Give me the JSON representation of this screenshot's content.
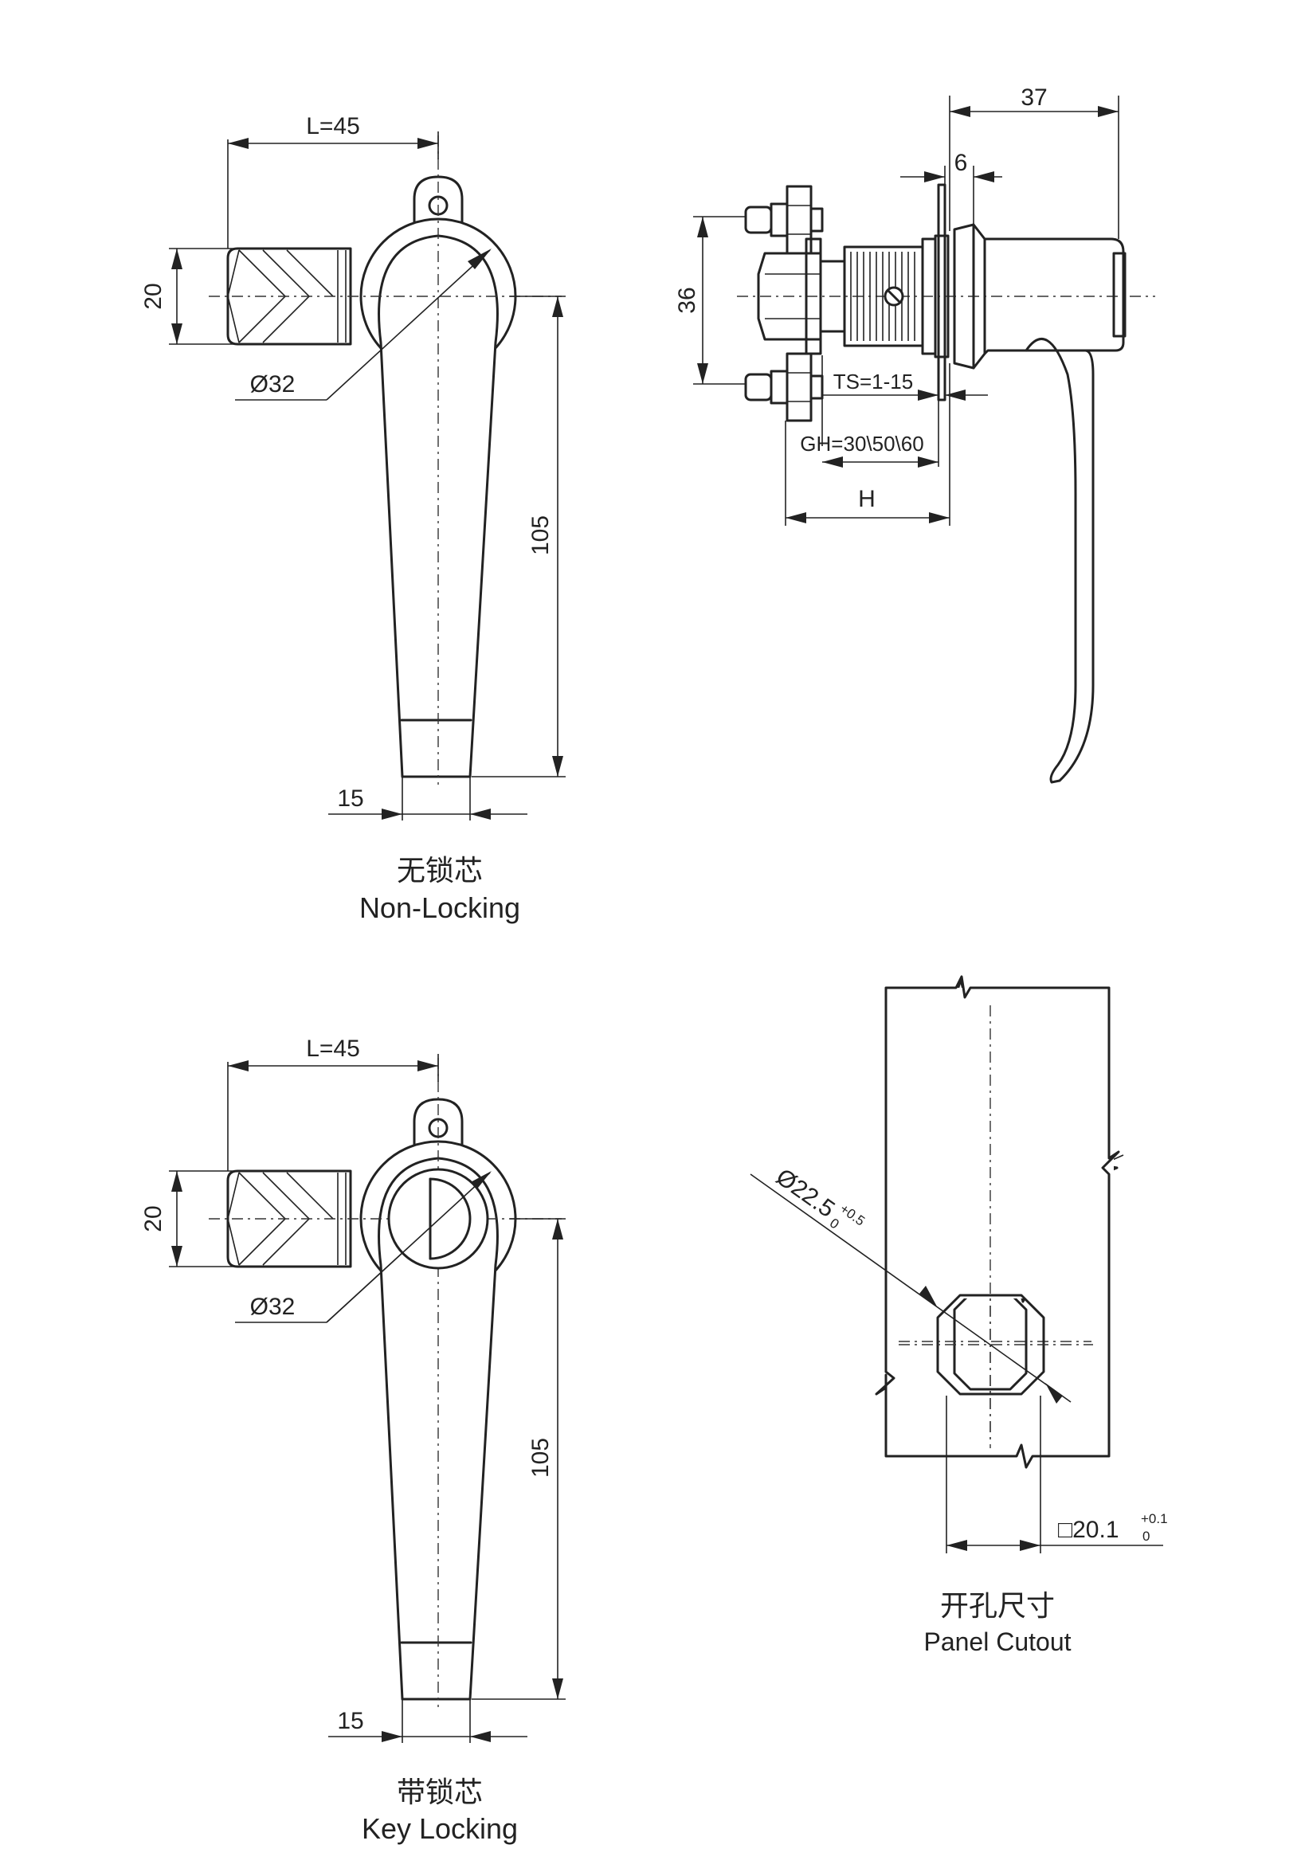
{
  "views": {
    "non_locking": {
      "dim_length": "L=45",
      "dim_height": "20",
      "dim_diameter": "Ø32",
      "dim_handle_length": "105",
      "dim_tip_width": "15",
      "caption_cn": "无锁芯",
      "caption_en": "Non-Locking"
    },
    "key_locking": {
      "dim_length": "L=45",
      "dim_height": "20",
      "dim_diameter": "Ø32",
      "dim_handle_length": "105",
      "dim_tip_width": "15",
      "caption_cn": "带锁芯",
      "caption_en": "Key Locking"
    },
    "side": {
      "dim_depth": "37",
      "dim_flange": "6",
      "dim_cam_height": "36",
      "dim_ts": "TS=1-15",
      "dim_gh": "GH=30\\50\\60",
      "dim_h": "H"
    },
    "cutout": {
      "dim_diameter": "Ø22.5",
      "dim_diameter_tol_upper": "+0.5",
      "dim_diameter_tol_lower": "0",
      "dim_square": "□20.1",
      "dim_square_tol_upper": "+0.1",
      "dim_square_tol_lower": "0",
      "caption_cn": "开孔尺寸",
      "caption_en": "Panel Cutout"
    }
  }
}
